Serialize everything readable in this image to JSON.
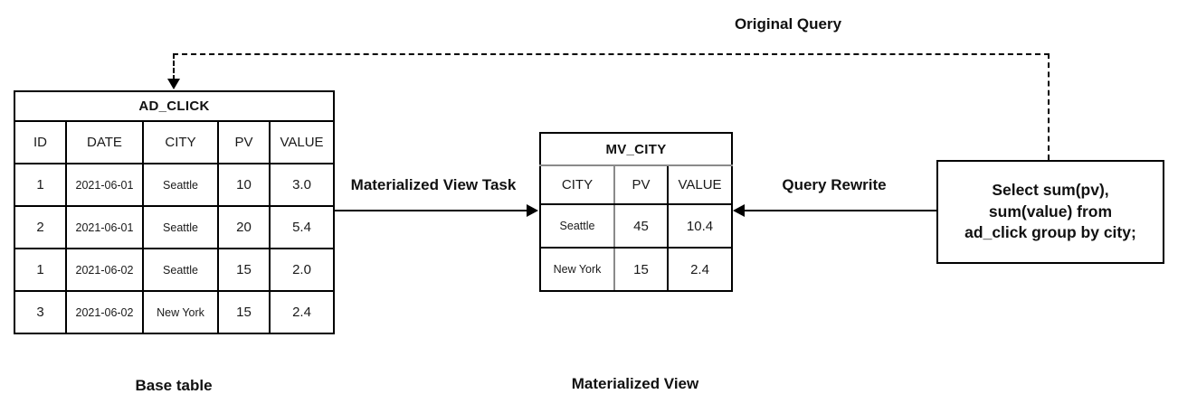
{
  "labels": {
    "original_query": "Original Query",
    "materialized_view_task": "Materialized View Task",
    "query_rewrite": "Query Rewrite",
    "base_table_caption": "Base table",
    "materialized_view_caption": "Materialized View"
  },
  "tables": {
    "ad_click": {
      "title": "AD_CLICK",
      "columns": [
        "ID",
        "DATE",
        "CITY",
        "PV",
        "VALUE"
      ],
      "rows": [
        [
          "1",
          "2021-06-01",
          "Seattle",
          "10",
          "3.0"
        ],
        [
          "2",
          "2021-06-01",
          "Seattle",
          "20",
          "5.4"
        ],
        [
          "1",
          "2021-06-02",
          "Seattle",
          "15",
          "2.0"
        ],
        [
          "3",
          "2021-06-02",
          "New York",
          "15",
          "2.4"
        ]
      ]
    },
    "mv_city": {
      "title": "MV_CITY",
      "columns": [
        "CITY",
        "PV",
        "VALUE"
      ],
      "rows": [
        [
          "Seattle",
          "45",
          "10.4"
        ],
        [
          "New York",
          "15",
          "2.4"
        ]
      ]
    }
  },
  "query_box": {
    "sql": "Select sum(pv),\nsum(value) from\nad_click group by city;"
  },
  "colors": {
    "line": "#000000",
    "background": "#ffffff",
    "mv_inner_line": "#8a8a8a",
    "text": "#111111"
  }
}
